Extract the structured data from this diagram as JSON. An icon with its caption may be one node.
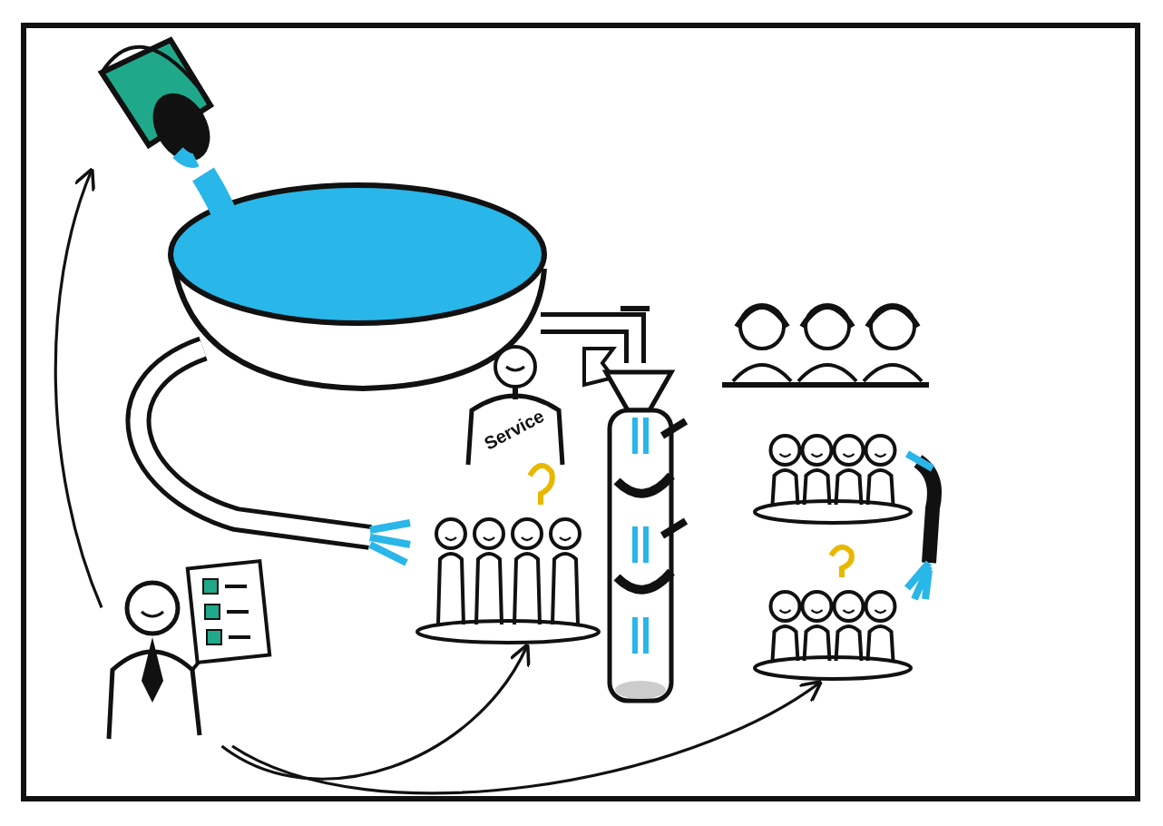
{
  "diagram": {
    "nodes": [
      {
        "text": [],
        "shape": "picture"
      },
      {
        "text": [
          "Service"
        ]
      },
      {
        "text": [],
        "shape": "picture"
      },
      {
        "text": [],
        "shape": "picture"
      },
      {
        "text": [],
        "shape": "picture"
      }
    ],
    "edges": [
      {
        "from": 4,
        "to": 0,
        "arrow": "to"
      },
      {
        "from": 4,
        "to": 2,
        "arrow": "to"
      },
      {
        "from": 4,
        "to": 3,
        "arrow": "to"
      }
    ]
  }
}
